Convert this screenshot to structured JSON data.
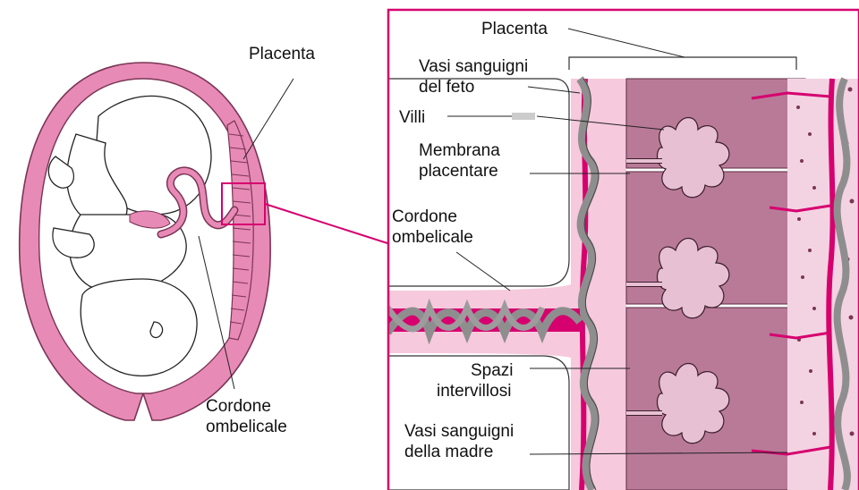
{
  "figure": {
    "left_panel": {
      "labels": {
        "placenta": "Placenta",
        "cord_line1": "Cordone",
        "cord_line2": "ombelicale"
      }
    },
    "right_panel": {
      "labels": {
        "placenta": "Placenta",
        "fetal_vessels_line1": "Vasi sanguigni",
        "fetal_vessels_line2": "del feto",
        "villi": "Villi",
        "membrane_line1": "Membrana",
        "membrane_line2": "placentare",
        "cord_line1": "Cordone",
        "cord_line2": "ombelicale",
        "spaces_line1": "Spazi",
        "spaces_line2": "intervillosi",
        "maternal_vessels_line1": "Vasi sanguigni",
        "maternal_vessels_line2": "della madre"
      }
    }
  },
  "colors": {
    "magenta": "#d6006f",
    "pink_light": "#f6c9dc",
    "uterus_pink": "#e88ab6",
    "mauve": "#b97a98",
    "mauve_light": "#e7c1d3",
    "gray_vessel": "#8e8e8e"
  }
}
